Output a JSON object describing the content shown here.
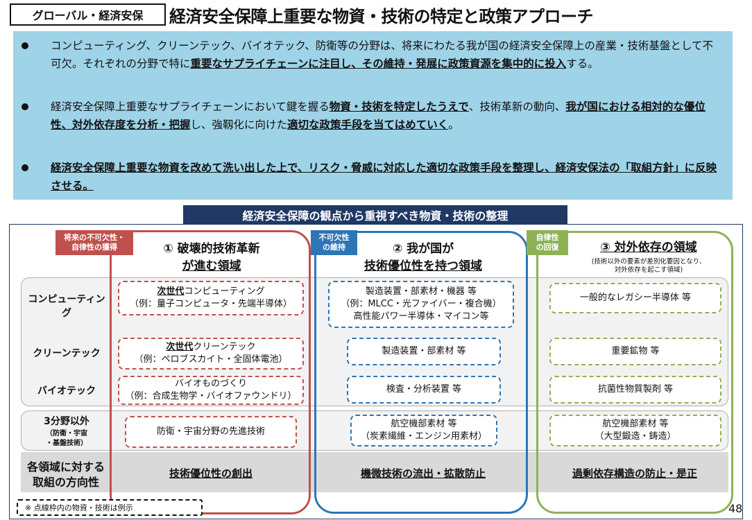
{
  "header": {
    "tag": "グローバル・経済安保",
    "title": "経済安全保障上重要な物資・技術の特定と政策アプローチ"
  },
  "bullets": [
    {
      "parts": [
        {
          "text": "コンピューティング、クリーンテック、バイオテック、防衛等の分野は、将来にわたる我が国の経済安全保障上の産業・技術基盤として不可欠。それぞれの分野で特に",
          "bold": false
        },
        {
          "text": "重要なサプライチェーンに注目し、その維持・発展に政策資源を集中的に投入",
          "bold": true
        },
        {
          "text": "する。",
          "bold": false
        }
      ]
    },
    {
      "parts": [
        {
          "text": "経済安全保障上重要なサプライチェーンにおいて鍵を握る",
          "bold": false
        },
        {
          "text": "物資・技術を特定したうえで",
          "bold": true
        },
        {
          "text": "、技術革新の動向、",
          "bold": false
        },
        {
          "text": "我が国における相対的な優位性、対外依存度を分析・把握",
          "bold": true
        },
        {
          "text": "し、強靱化に向けた",
          "bold": false
        },
        {
          "text": "適切な政策手段を当てはめていく",
          "bold": true
        },
        {
          "text": "。",
          "bold": false
        }
      ]
    },
    {
      "parts": [
        {
          "text": "経済安全保障上重要な物資を改めて洗い出した上で、リスク・脅威に対応した適切な政策手段を整理し、経済安保法の「取組方針」に反映させる。",
          "bold": true
        }
      ]
    }
  ],
  "section_title": "経済安全保障の観点から重視すべき物資・技術の整理",
  "rows": {
    "computing": "コンピューティング",
    "cleantech": "クリーンテック",
    "biotech": "バイオテック",
    "other_title": "3分野以外",
    "other_sub1": "（防衛・宇宙",
    "other_sub2": "・基盤技術）",
    "approach_1": "各領域に対する",
    "approach_2": "取組の方向性"
  },
  "columns": {
    "c1": {
      "badge_1": "将来の不可欠性・",
      "badge_2": "自律性の獲得",
      "head_1": "① 破壊的技術革新",
      "head_2": "が進む領域",
      "computing_bold": "次世代",
      "computing_rest": "コンピューティング",
      "computing_ex": "（例：量子コンピュータ・先端半導体）",
      "cleantech_bold": "次世代",
      "cleantech_rest": "クリーンテック",
      "cleantech_ex": "（例：ペロブスカイト・全固体電池）",
      "biotech_1": "バイオものづくり",
      "biotech_ex": "（例：合成生物学・バイオファウンドリ）",
      "other": "防衛・宇宙分野の先進技術",
      "approach": "技術優位性の創出"
    },
    "c2": {
      "badge_1": "不可欠性",
      "badge_2": "の維持",
      "head_1": "② 我が国が",
      "head_2": "技術優位性を持つ領域",
      "computing_1": "製造装置・部素材・機器 等",
      "computing_2": "（例：MLCC・光ファイバー・複合機）",
      "computing_3": "高性能パワー半導体・マイコン等",
      "cleantech": "製造装置・部素材 等",
      "biotech": "検査・分析装置 等",
      "other_1": "航空機部素材 等",
      "other_2": "（炭素繊維・エンジン用素材）",
      "approach": "機微技術の流出・拡散防止"
    },
    "c3": {
      "badge_1": "自律性",
      "badge_2": "の回復",
      "head": "③ 対外依存の領域",
      "note_1": "(技術以外の要素が差別化要因となり、",
      "note_2": "対外依存を起こす領域)",
      "computing": "一般的なレガシー半導体 等",
      "cleantech": "重要鉱物 等",
      "biotech": "抗菌性物質製剤 等",
      "other_1": "航空機部素材 等",
      "other_2": "（大型鍛造・鋳造）",
      "approach": "過剰依存構造の防止・是正"
    }
  },
  "footnote": "※ 点線枠内の物資・技術は例示",
  "page_number": "48",
  "colors": {
    "red": "#c0504d",
    "blue": "#2e75b6",
    "green": "#8db255",
    "navy": "#1f3864",
    "light_blue": "#9fd3e8"
  }
}
